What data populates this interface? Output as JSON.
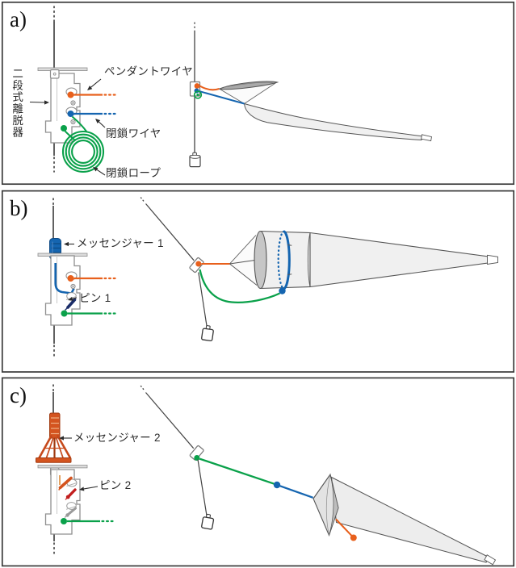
{
  "panels": {
    "a": {
      "letter": "a)",
      "labels": {
        "device": "二段式離脱器",
        "pendant_wire": "ペンダントワイヤ",
        "closing_wire": "閉鎖ワイヤ",
        "closing_rope": "閉鎖ロープ"
      }
    },
    "b": {
      "letter": "b)",
      "labels": {
        "messenger": "メッセンジャー 1",
        "pin": "ピン 1"
      }
    },
    "c": {
      "letter": "c)",
      "labels": {
        "messenger": "メッセンジャー 2",
        "pin": "ピン 2"
      }
    }
  },
  "colors": {
    "pendant_wire": "#E8601C",
    "closing_wire": "#1565B0",
    "closing_rope": "#0AA14A",
    "messenger1": "#1565B0",
    "messenger2": "#D4541F",
    "pin1": "#1B2D69",
    "pin2": "#C21E1E",
    "wire": "#3A3A3A",
    "frame": "#3A3A3A"
  }
}
